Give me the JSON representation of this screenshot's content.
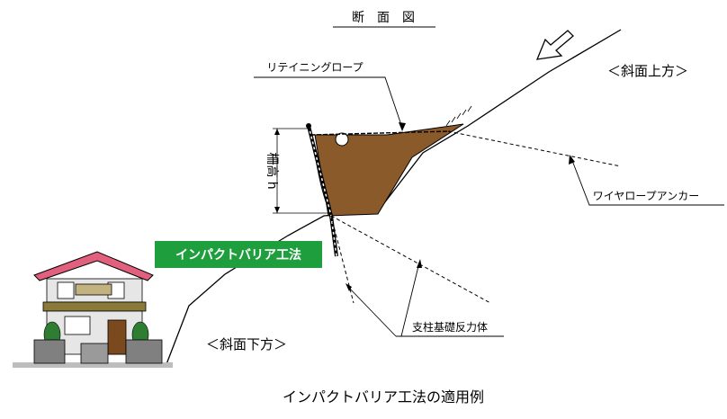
{
  "diagram": {
    "section_title": "断　面　図",
    "caption": "インパクトバリア工法の適用例",
    "slope_upper": "＜斜面上方＞",
    "slope_lower": "＜斜面下方＞",
    "method_label": "インパクトバリア工法",
    "retaining_rope": "リテイニングロープ",
    "wire_rope_anchor": "ワイヤロープアンカー",
    "post_foundation": "支柱基礎反力体",
    "fence_height": "柵高 h"
  },
  "colors": {
    "soil": "#8b5a2b",
    "method_label_bg": "#1f9e3e",
    "roof": "#e0607e",
    "house_trim": "#8a7a3a",
    "door": "#7a4a1e",
    "wall_gray": "#808080",
    "line": "#000000"
  }
}
